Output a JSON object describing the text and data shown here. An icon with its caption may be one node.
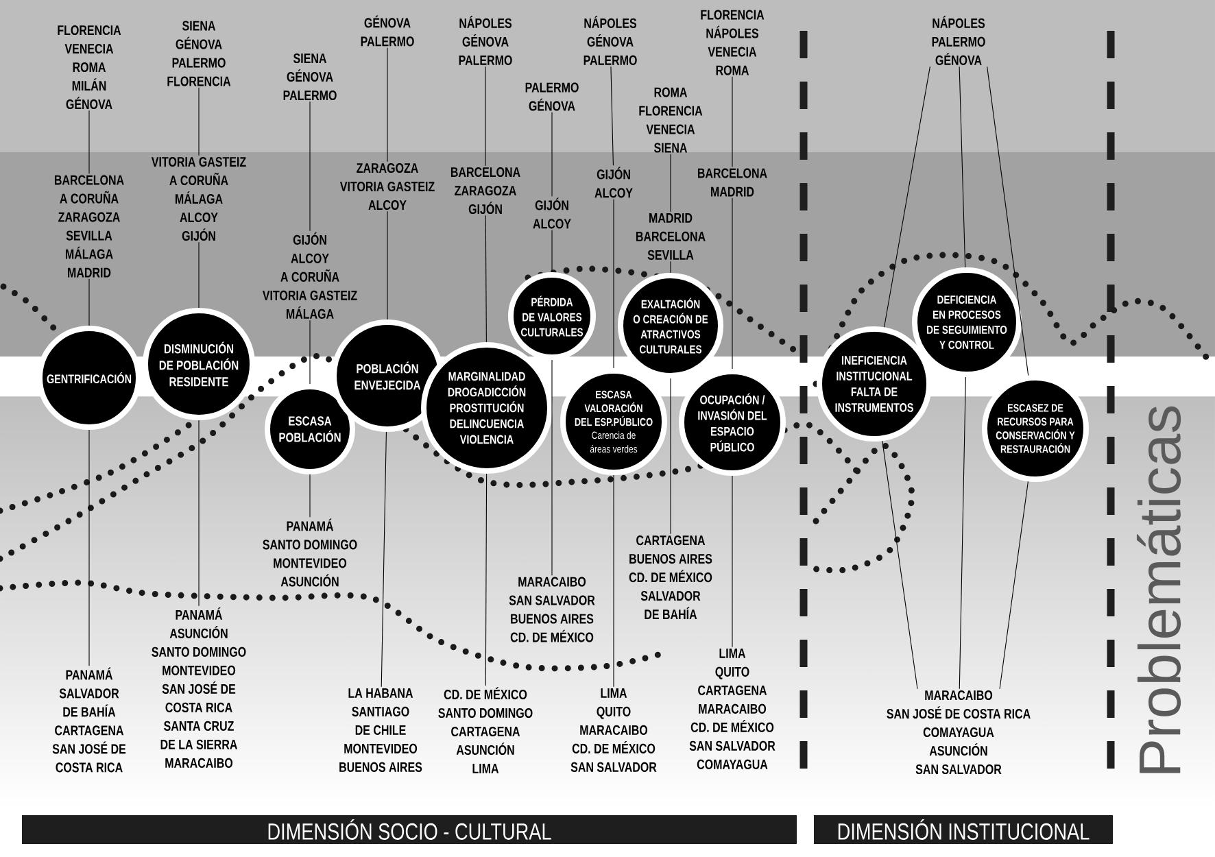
{
  "diagram": {
    "nodes": [
      {
        "text": [
          "FLORENCIA VENECIA ROMA MILÁN GÉNOVA"
        ]
      },
      {
        "text": [
          "BARCELONA A CORUÑA ZARAGOZA SEVILLA MÁLAGA MADRID"
        ]
      },
      {
        "text": [
          "GENTRIFICACIÓN"
        ]
      },
      {
        "text": [
          "PANAMÁ SALVADOR DE BAHÍA CARTAGENA SAN JOSÉ DE COSTA RICA"
        ]
      },
      {
        "text": [
          "SIENA GÉNOVA PALERMO FLORENCIA"
        ]
      },
      {
        "text": [
          "VITORIA GASTEIZ A CORUÑA MÁLAGA ALCOY GIJÓN"
        ]
      },
      {
        "text": [
          "DISMINUCIÓN DE POBLACIÓN RESIDENTE"
        ]
      },
      {
        "text": [
          "PANAMÁ ASUNCIÓN SANTO DOMINGO MONTEVIDEO SAN JOSÉ DE COSTA RICA SANTA CRUZ DE LA SIERRA MARACAIBO"
        ]
      },
      {
        "text": [
          "SIENA GÉNOVA PALERMO"
        ]
      },
      {
        "text": [
          "GIJÓN ALCOY A CORUÑA VITORIA GASTEIZ MÁLAGA"
        ]
      },
      {
        "text": [
          "ESCASA POBLACIÓN"
        ]
      },
      {
        "text": [
          "PANAMÁ SANTO DOMINGO MONTEVIDEO ASUNCIÓN"
        ]
      },
      {
        "text": [
          "GÉNOVA PALERMO"
        ]
      },
      {
        "text": [
          "ZARAGOZA VITORIA GASTEIZ ALCOY"
        ]
      },
      {
        "text": [
          "POBLACIÓN ENVEJECIDA"
        ]
      },
      {
        "text": [
          "LA HABANA SANTIAGO DE CHILE MONTEVIDEO BUENOS AIRES"
        ]
      },
      {
        "text": [
          "NÁPOLES GÉNOVA PALERMO"
        ]
      },
      {
        "text": [
          "BARCELONA ZARAGOZA GIJÓN"
        ]
      },
      {
        "text": [
          "MARGINALIDAD DROGADICCIÓN PROSTITUCIÓN DELINCUENCIA VIOLENCIA"
        ]
      },
      {
        "text": [
          "CD. DE MÉXICO SANTO DOMINGO CARTAGENA ASUNCIÓN LIMA"
        ]
      },
      {
        "text": [
          "PALERMO GÉNOVA"
        ]
      },
      {
        "text": [
          "GIJÓN ALCOY"
        ]
      },
      {
        "text": [
          "PÉRDIDA DE VALORES CULTURALES"
        ]
      },
      {
        "text": [
          "MARACAIBO SAN SALVADOR BUENOS AIRES CD. DE MÉXICO"
        ]
      },
      {
        "text": [
          "NÁPOLES GÉNOVA PALERMO"
        ]
      },
      {
        "text": [
          "GIJÓN ALCOY"
        ]
      },
      {
        "text": [
          "ESCASA VALORACIÓN DEL ESP.PÚBLICO",
          "Carencia de áreas verdes"
        ]
      },
      {
        "text": [
          "LIMA QUITO MARACAIBO CD. DE MÉXICO SAN SALVADOR"
        ]
      },
      {
        "text": [
          "ROMA FLORENCIA VENECIA SIENA"
        ]
      },
      {
        "text": [
          "MADRID BARCELONA SEVILLA"
        ]
      },
      {
        "text": [
          "EXALTACIÓN O CREACIÓN DE ATRACTIVOS CULTURALES"
        ]
      },
      {
        "text": [
          "CARTAGENA BUENOS AIRES CD. DE MÉXICO SALVADOR DE BAHÍA"
        ]
      },
      {
        "text": [
          "FLORENCIA NÁPOLES VENECIA ROMA"
        ]
      },
      {
        "text": [
          "BARCELONA MADRID"
        ]
      },
      {
        "text": [
          "OCUPACIÓN / INVASIÓN DEL ESPACIO PÚBLICO"
        ]
      },
      {
        "text": [
          "LIMA QUITO CARTAGENA MARACAIBO CD. DE MÉXICO SAN SALVADOR COMAYAGUA"
        ]
      },
      {
        "text": [
          "NÁPOLES PALERMO GÉNOVA"
        ]
      },
      {
        "text": [
          "INEFICIENCIA INSTITUCIONAL FALTA DE INSTRUMENTOS"
        ]
      },
      {
        "text": [
          "DEFICIENCIA EN PROCESOS DE SEGUIMIENTO Y CONTROL"
        ]
      },
      {
        "text": [
          "ESCASEZ DE RECURSOS PARA CONSERVACIÓN Y RESTAURACIÓN"
        ]
      },
      {
        "text": [
          "MARACAIBO SAN JOSÉ DE COSTA RICA COMAYAGUA ASUNCIÓN SAN SALVADOR"
        ]
      },
      {
        "text": [
          "DIMENSIÓN SOCIO - CULTURAL"
        ]
      },
      {
        "text": [
          "DIMENSIÓN INSTITUCIONAL"
        ]
      }
    ],
    "edges": [
      {
        "from": 0,
        "to": 1,
        "arrow": "none"
      },
      {
        "from": 1,
        "to": 2,
        "arrow": "none"
      },
      {
        "from": 2,
        "to": 3,
        "arrow": "none"
      },
      {
        "from": 4,
        "to": 5,
        "arrow": "none"
      },
      {
        "from": 5,
        "to": 6,
        "arrow": "none"
      },
      {
        "from": 6,
        "to": 7,
        "arrow": "none"
      },
      {
        "from": 8,
        "to": 9,
        "arrow": "none"
      },
      {
        "from": 9,
        "to": 10,
        "arrow": "none"
      },
      {
        "from": 10,
        "to": 11,
        "arrow": "none"
      },
      {
        "from": 12,
        "to": 13,
        "arrow": "none"
      },
      {
        "from": 13,
        "to": 14,
        "arrow": "none"
      },
      {
        "from": 14,
        "to": 15,
        "arrow": "none"
      },
      {
        "from": 16,
        "to": 17,
        "arrow": "none"
      },
      {
        "from": 17,
        "to": 18,
        "arrow": "none"
      },
      {
        "from": 18,
        "to": 19,
        "arrow": "none"
      },
      {
        "from": 20,
        "to": 21,
        "arrow": "none"
      },
      {
        "from": 21,
        "to": 22,
        "arrow": "none"
      },
      {
        "from": 22,
        "to": 23,
        "arrow": "none"
      },
      {
        "from": 24,
        "to": 25,
        "arrow": "none"
      },
      {
        "from": 25,
        "to": 26,
        "arrow": "none"
      },
      {
        "from": 26,
        "to": 27,
        "arrow": "none"
      },
      {
        "from": 28,
        "to": 29,
        "arrow": "none"
      },
      {
        "from": 29,
        "to": 30,
        "arrow": "none"
      },
      {
        "from": 30,
        "to": 31,
        "arrow": "none"
      },
      {
        "from": 32,
        "to": 33,
        "arrow": "none"
      },
      {
        "from": 33,
        "to": 34,
        "arrow": "none"
      },
      {
        "from": 34,
        "to": 35,
        "arrow": "none"
      },
      {
        "from": 36,
        "to": 37,
        "arrow": "none"
      },
      {
        "from": 36,
        "to": 38,
        "arrow": "none"
      },
      {
        "from": 36,
        "to": 39,
        "arrow": "none"
      },
      {
        "from": 37,
        "to": 40,
        "arrow": "none"
      },
      {
        "from": 38,
        "to": 40,
        "arrow": "none"
      },
      {
        "from": 39,
        "to": 40,
        "arrow": "none"
      }
    ],
    "labels": [
      "Problemáticas"
    ]
  }
}
